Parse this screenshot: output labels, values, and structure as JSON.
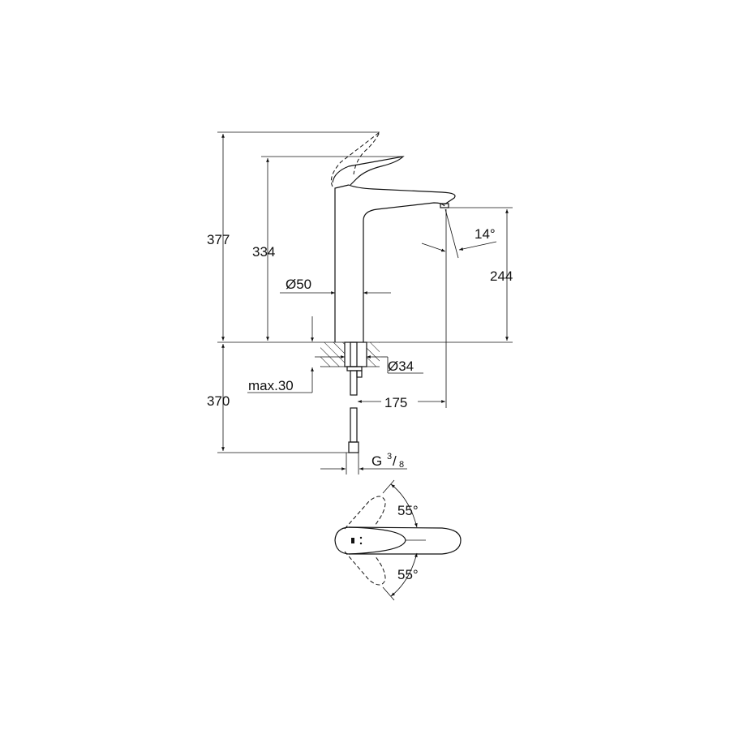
{
  "drawing": {
    "dimensions": {
      "total_height": "377",
      "spout_lever_height": "334",
      "spout_outlet_height": "244",
      "spout_angle": "14°",
      "body_diameter": "Ø50",
      "hole_diameter": "Ø34",
      "max_deck_thickness": "max.30",
      "hose_length": "370",
      "spout_reach": "175",
      "connection_thread_letter": "G",
      "connection_thread_num": "3",
      "connection_thread_den": "8",
      "lever_angle_top": "55°",
      "lever_angle_bottom": "55°"
    }
  }
}
